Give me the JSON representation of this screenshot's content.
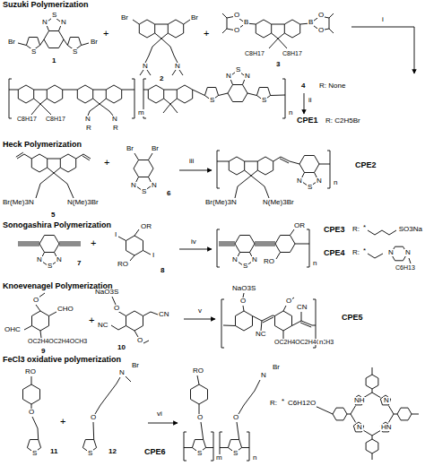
{
  "diagram": {
    "labels": [
      "Suzuki Polymerization",
      "Br",
      "S",
      "N",
      "S",
      "N",
      "S",
      "Br",
      "1",
      "+",
      "Br",
      "Br",
      "N",
      "N",
      "2",
      "+",
      "B",
      "O",
      "O",
      "B",
      "O",
      "O",
      "C8H17",
      "C8H17",
      "3",
      "i",
      "C8H17",
      "C8H17",
      "N",
      "R",
      "N",
      "R",
      "m",
      "S",
      "N",
      "S",
      "N",
      "S",
      "n",
      "4",
      "R: None",
      "ii",
      "CPE1",
      "R: C2H5Br",
      "Heck Polymerization",
      "Br(Me)3N",
      "N(Me)3Br",
      "5",
      "+",
      "Br",
      "Br",
      "N",
      "S",
      "N",
      "6",
      "iii",
      "Br(Me)3N",
      "N(Me)3Br",
      "N",
      "S",
      "N",
      "n",
      "CPE2",
      "Sonogashira Polymerization",
      "N",
      "S",
      "N",
      "7",
      "+",
      "I",
      "OR",
      "RO",
      "I",
      "8",
      "iv",
      "N",
      "S",
      "N",
      "OR",
      "RO",
      "n",
      "CPE3",
      "R:",
      "*",
      "SO3Na",
      "CPE4",
      "R:",
      "*",
      "N",
      "N",
      "C6H13",
      "Knoevenagel Polymerization",
      "O",
      "OHC",
      "CHO",
      "OC2H4OC2H4OCH3",
      "9",
      "+",
      "NaO3S",
      "O",
      "NC",
      "CN",
      "O",
      "10",
      "v",
      "NaO3S",
      "O",
      "NC",
      "CN",
      "O",
      "OC2H4OC2H4OCH3",
      "n",
      "CPE5",
      "FeCl3 oxidative polymerization",
      "RO",
      "O",
      "S",
      "11",
      "+",
      "N",
      "Br",
      "O",
      "S",
      "12",
      "vi",
      "RO",
      "O",
      "S",
      "m",
      "O",
      "S",
      "n",
      "N",
      "Br",
      "CPE6",
      "R:",
      "*",
      "C6H12O",
      "NH",
      "N",
      "N",
      "HN"
    ]
  }
}
